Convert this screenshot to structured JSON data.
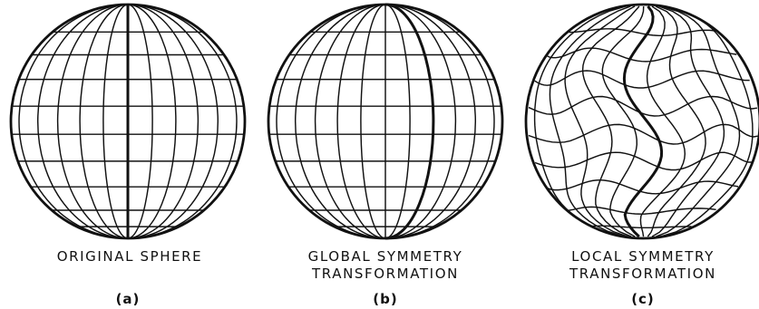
{
  "panels": [
    {
      "id": "a",
      "caption_lines": [
        "ORIGINAL SPHERE"
      ],
      "label": "(a)",
      "transformation": "none"
    },
    {
      "id": "b",
      "caption_lines": [
        "GLOBAL SYMMETRY",
        "TRANSFORMATION"
      ],
      "label": "(b)",
      "transformation": "global"
    },
    {
      "id": "c",
      "caption_lines": [
        "LOCAL SYMMETRY",
        "TRANSFORMATION"
      ],
      "label": "(c)",
      "transformation": "local"
    }
  ],
  "colors": {
    "ink": "#111111",
    "background": "#ffffff"
  }
}
